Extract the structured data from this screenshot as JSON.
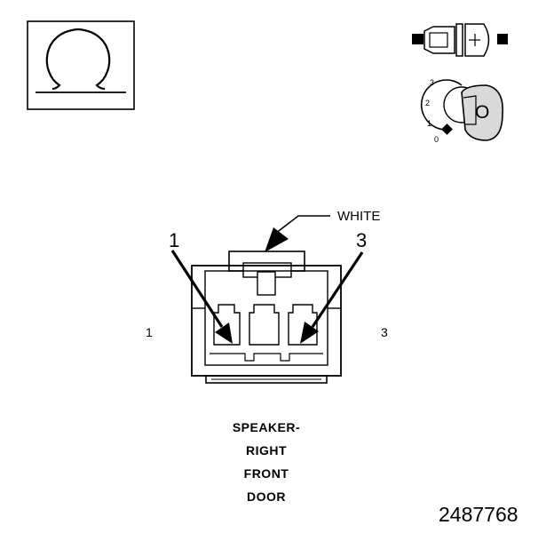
{
  "connector": {
    "color_label": "WHITE",
    "pin_callouts": [
      "1",
      "3"
    ],
    "side_pin_labels": [
      "1",
      "3"
    ]
  },
  "key_positions": [
    "3",
    "2",
    "1",
    "0"
  ],
  "key_letter": "O",
  "caption": [
    "SPEAKER-",
    "RIGHT",
    "FRONT",
    "DOOR"
  ],
  "figure_number": "2487768",
  "icons": [
    "ohm-symbol-icon",
    "connector-plug-icon",
    "ignition-key-icon"
  ],
  "colors": {
    "ink": "#000000",
    "background": "#ffffff",
    "key_fill": "#d9d9d9"
  }
}
